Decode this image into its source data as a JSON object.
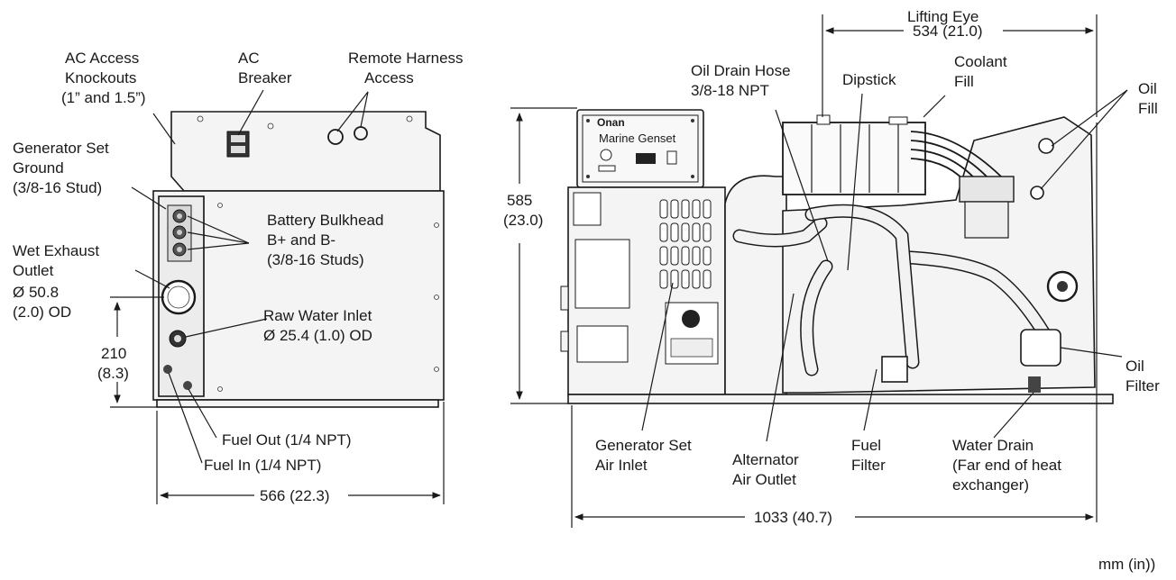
{
  "labels": {
    "ac_access_1": "AC Access",
    "ac_access_2": "Knockouts",
    "ac_access_3": "(1” and 1.5”)",
    "ac_breaker_1": "AC",
    "ac_breaker_2": "Breaker",
    "remote_harness_1": "Remote Harness",
    "remote_harness_2": "Access",
    "gen_ground_1": "Generator Set",
    "gen_ground_2": "Ground",
    "gen_ground_3": "(3/8-16 Stud)",
    "battery_1": "Battery Bulkhead",
    "battery_2": "B+ and B-",
    "battery_3": "(3/8-16 Studs)",
    "wet_exhaust_1": "Wet Exhaust",
    "wet_exhaust_2": "Outlet",
    "wet_exhaust_3": "Ø 50.8",
    "wet_exhaust_4": "(2.0) OD",
    "raw_water_1": "Raw Water Inlet",
    "raw_water_2": "Ø 25.4 (1.0) OD",
    "fuel_out": "Fuel Out (1/4 NPT)",
    "fuel_in": "Fuel In (1/4 NPT)",
    "lifting_eye": "Lifting Eye",
    "oil_drain_1": "Oil Drain Hose",
    "oil_drain_2": "3/8-18 NPT",
    "dipstick": "Dipstick",
    "coolant_1": "Coolant",
    "coolant_2": "Fill",
    "oil_fill_1": "Oil",
    "oil_fill_2": "Fill",
    "oil_filter_1": "Oil",
    "oil_filter_2": "Filter",
    "gen_air_1": "Generator Set",
    "gen_air_2": "Air Inlet",
    "alt_air_1": "Alternator",
    "alt_air_2": "Air Outlet",
    "fuel_filter_1": "Fuel",
    "fuel_filter_2": "Filter",
    "water_drain_1": "Water Drain",
    "water_drain_2": "(Far end of heat",
    "water_drain_3": "exchanger)",
    "brand": "Onan",
    "panel_title": "Marine Genset",
    "units": "mm (in))"
  },
  "dimensions": {
    "height_exhaust_mm": "210",
    "height_exhaust_in": "(8.3)",
    "width_side": "566 (22.3)",
    "height_total_mm": "585",
    "height_total_in": "(23.0)",
    "lifting_eye": "534 (21.0)",
    "length_total": "1033 (40.7)"
  }
}
